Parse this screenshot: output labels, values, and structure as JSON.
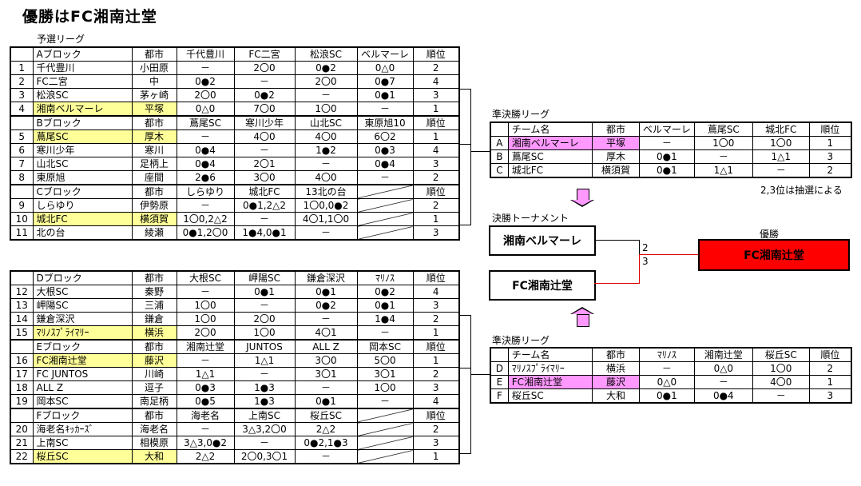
{
  "title": "優勝はFC湘南辻堂",
  "prelim_label": "予選リーグ",
  "semi_label_1": "準決勝リーグ",
  "semi_label_2": "準決勝リーグ",
  "final_label": "決勝トーナメント",
  "champion_label": "優勝",
  "lottery_note": "2,3位は抽選による",
  "final": {
    "team_top": "湘南ベルマーレ",
    "team_bottom": "FC湘南辻堂",
    "score_top": "2",
    "score_bottom": "3",
    "champion": "FC湘南辻堂"
  },
  "blocks": [
    {
      "header": [
        "Aブロック",
        "都市",
        "千代豊川",
        "FC二宮",
        "松浪SC",
        "ベルマーレ",
        "順位"
      ],
      "rows": [
        {
          "no": "1",
          "team": "千代豊川",
          "city": "小田原",
          "r": [
            "－",
            "2〇0",
            "0●2",
            "0△0"
          ],
          "rank": "2",
          "hl": false
        },
        {
          "no": "2",
          "team": "FC二宮",
          "city": "中",
          "r": [
            "0●2",
            "－",
            "2〇0",
            "0●7"
          ],
          "rank": "4",
          "hl": false
        },
        {
          "no": "3",
          "team": "松浪SC",
          "city": "茅ヶ崎",
          "r": [
            "2〇0",
            "0●2",
            "－",
            "0●1"
          ],
          "rank": "3",
          "hl": false
        },
        {
          "no": "4",
          "team": "湘南ベルマーレ",
          "city": "平塚",
          "r": [
            "0△0",
            "7〇0",
            "1〇0",
            "－"
          ],
          "rank": "1",
          "hl": true
        }
      ]
    },
    {
      "header": [
        "Bブロック",
        "都市",
        "蔦尾SC",
        "寒川少年",
        "山北SC",
        "東原旭10",
        "順位"
      ],
      "rows": [
        {
          "no": "5",
          "team": "蔦尾SC",
          "city": "厚木",
          "r": [
            "－",
            "4〇0",
            "4〇0",
            "6〇2"
          ],
          "rank": "1",
          "hl": true
        },
        {
          "no": "6",
          "team": "寒川少年",
          "city": "寒川",
          "r": [
            "0●4",
            "－",
            "1●2",
            "0●3"
          ],
          "rank": "4",
          "hl": false
        },
        {
          "no": "7",
          "team": "山北SC",
          "city": "足柄上",
          "r": [
            "0●4",
            "2〇1",
            "－",
            "0●4"
          ],
          "rank": "3",
          "hl": false
        },
        {
          "no": "8",
          "team": "東原旭",
          "city": "座間",
          "r": [
            "2●6",
            "3〇0",
            "4〇0",
            "－"
          ],
          "rank": "2",
          "hl": false
        }
      ]
    },
    {
      "header": [
        "Cブロック",
        "都市",
        "しらゆり",
        "城北FC",
        "13北の台",
        "",
        "順位"
      ],
      "rows": [
        {
          "no": "9",
          "team": "しらゆり",
          "city": "伊勢原",
          "r": [
            "－",
            "0●1,2△2",
            "1〇0,0●2",
            ""
          ],
          "rank": "2",
          "hl": false
        },
        {
          "no": "10",
          "team": "城北FC",
          "city": "横須賀",
          "r": [
            "1〇0,2△2",
            "－",
            "4〇1,1〇0",
            ""
          ],
          "rank": "1",
          "hl": true
        },
        {
          "no": "11",
          "team": "北の台",
          "city": "綾瀬",
          "r": [
            "0●1,2〇0",
            "1●4,0●1",
            "－",
            ""
          ],
          "rank": "3",
          "hl": false
        }
      ]
    },
    {
      "header": [
        "Dブロック",
        "都市",
        "大根SC",
        "岬陽SC",
        "鎌倉深沢",
        "ﾏﾘﾉｽ",
        "順位"
      ],
      "rows": [
        {
          "no": "12",
          "team": "大根SC",
          "city": "秦野",
          "r": [
            "－",
            "0●1",
            "0●1",
            "0●2"
          ],
          "rank": "4",
          "hl": false
        },
        {
          "no": "13",
          "team": "岬陽SC",
          "city": "三浦",
          "r": [
            "1〇0",
            "－",
            "0●2",
            "0●1"
          ],
          "rank": "3",
          "hl": false
        },
        {
          "no": "14",
          "team": "鎌倉深沢",
          "city": "鎌倉",
          "r": [
            "1〇0",
            "2〇0",
            "－",
            "1●4"
          ],
          "rank": "2",
          "hl": false
        },
        {
          "no": "15",
          "team": "ﾏﾘﾉｽﾌﾟﾗｲﾏﾘｰ",
          "city": "横浜",
          "r": [
            "2〇0",
            "1〇0",
            "4〇1",
            "－"
          ],
          "rank": "1",
          "hl": true
        }
      ]
    },
    {
      "header": [
        "Eブロック",
        "都市",
        "湘南辻堂",
        "JUNTOS",
        "ALL Z",
        "岡本SC",
        "順位"
      ],
      "rows": [
        {
          "no": "16",
          "team": "FC湘南辻堂",
          "city": "藤沢",
          "r": [
            "－",
            "1△1",
            "3〇0",
            "5〇0"
          ],
          "rank": "1",
          "hl": true
        },
        {
          "no": "17",
          "team": "FC JUNTOS",
          "city": "川崎",
          "r": [
            "1△1",
            "－",
            "3〇1",
            "3〇1"
          ],
          "rank": "2",
          "hl": false
        },
        {
          "no": "18",
          "team": "ALL Z",
          "city": "逗子",
          "r": [
            "0●3",
            "1●3",
            "－",
            "1〇0"
          ],
          "rank": "3",
          "hl": false
        },
        {
          "no": "19",
          "team": "岡本SC",
          "city": "南足柄",
          "r": [
            "0●5",
            "1●3",
            "0●1",
            "－"
          ],
          "rank": "4",
          "hl": false
        }
      ]
    },
    {
      "header": [
        "Fブロック",
        "都市",
        "海老名",
        "上南SC",
        "桜丘SC",
        "",
        "順位"
      ],
      "rows": [
        {
          "no": "20",
          "team": "海老名ｷｯｶｰｽﾞ",
          "city": "海老名",
          "r": [
            "－",
            "3△3,2〇0",
            "2△2",
            ""
          ],
          "rank": "2",
          "hl": false
        },
        {
          "no": "21",
          "team": "上南SC",
          "city": "相模原",
          "r": [
            "3△3,0●2",
            "－",
            "0●2,1●3",
            ""
          ],
          "rank": "3",
          "hl": false
        },
        {
          "no": "22",
          "team": "桜丘SC",
          "city": "大和",
          "r": [
            "2△2",
            "2〇0,3〇1",
            "－",
            ""
          ],
          "rank": "1",
          "hl": true
        }
      ]
    }
  ],
  "semi1": {
    "header": [
      "",
      "チーム名",
      "都市",
      "ベルマーレ",
      "蔦尾SC",
      "城北FC",
      "順位"
    ],
    "rows": [
      {
        "id": "A",
        "team": "湘南ベルマーレ",
        "city": "平塚",
        "r": [
          "－",
          "1〇0",
          "1〇0"
        ],
        "rank": "1",
        "pink": true
      },
      {
        "id": "B",
        "team": "蔦尾SC",
        "city": "厚木",
        "r": [
          "0●1",
          "－",
          "1△1"
        ],
        "rank": "3",
        "pink": false
      },
      {
        "id": "C",
        "team": "城北FC",
        "city": "横須賀",
        "r": [
          "0●1",
          "1△1",
          "－"
        ],
        "rank": "2",
        "pink": false
      }
    ]
  },
  "semi2": {
    "header": [
      "",
      "チーム名",
      "都市",
      "ﾏﾘﾉｽ",
      "湘南辻堂",
      "桜丘SC",
      "順位"
    ],
    "rows": [
      {
        "id": "D",
        "team": "ﾏﾘﾉｽﾌﾟﾗｲﾏﾘｰ",
        "city": "横浜",
        "r": [
          "－",
          "0△0",
          "1〇0"
        ],
        "rank": "2",
        "pink": false
      },
      {
        "id": "E",
        "team": "FC湘南辻堂",
        "city": "藤沢",
        "r": [
          "0△0",
          "－",
          "4〇0"
        ],
        "rank": "1",
        "pink": true
      },
      {
        "id": "F",
        "team": "桜丘SC",
        "city": "大和",
        "r": [
          "0●1",
          "0●4",
          "－"
        ],
        "rank": "3",
        "pink": false
      }
    ]
  }
}
